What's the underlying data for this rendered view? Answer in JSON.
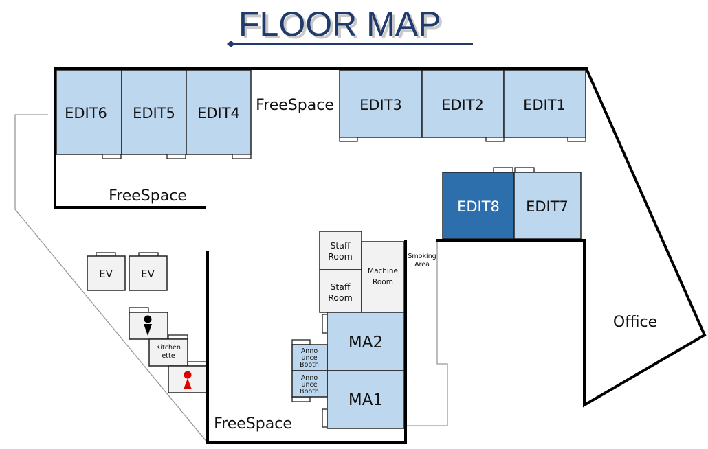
{
  "title": "FLOOR MAP",
  "colors": {
    "title": "#1f3a6b",
    "room_light": "#bdd7ee",
    "room_highlight": "#2d6ead",
    "facility": "#f2f2f2",
    "wall": "#000000",
    "outline": "#999999",
    "female_icon": "#e00000",
    "male_icon": "#000000"
  },
  "rooms": {
    "edit1": "EDIT1",
    "edit2": "EDIT2",
    "edit3": "EDIT3",
    "edit4": "EDIT4",
    "edit5": "EDIT5",
    "edit6": "EDIT6",
    "edit7": "EDIT7",
    "edit8": "EDIT8",
    "ma1": "MA1",
    "ma2": "MA2",
    "staff_room_1": [
      "Staff",
      "Room"
    ],
    "staff_room_2": [
      "Staff",
      "Room"
    ],
    "machine_room": [
      "Machine",
      "Room"
    ],
    "announce_booth_1": [
      "Anno",
      "unce",
      "Booth"
    ],
    "announce_booth_2": [
      "Anno",
      "unce",
      "Booth"
    ],
    "ev_1": "EV",
    "ev_2": "EV",
    "kitchenette": [
      "Kitchen",
      "ette"
    ],
    "smoking_area": [
      "Smoking",
      "Area"
    ],
    "office": "Office"
  },
  "areas": {
    "freespace_top": "FreeSpace",
    "freespace_left": "FreeSpace",
    "freespace_bottom": "FreeSpace"
  },
  "icons": {
    "male_restroom": "male-restroom-icon",
    "female_restroom": "female-restroom-icon"
  },
  "highlighted_room": "EDIT8"
}
